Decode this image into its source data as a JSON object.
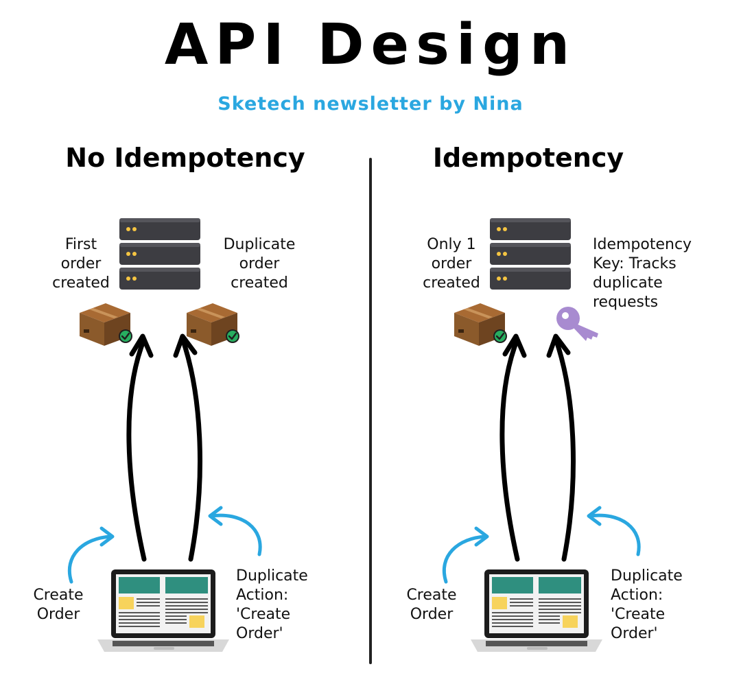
{
  "title": "API Design",
  "subtitle": "Sketech newsletter by Nina",
  "left": {
    "heading": "No Idempotency",
    "server_left_label": "First\norder\ncreated",
    "server_right_label": "Duplicate\norder\ncreated",
    "client_left_label": "Create\nOrder",
    "client_right_label": "Duplicate\nAction:\n'Create\nOrder'"
  },
  "right": {
    "heading": "Idempotency",
    "server_left_label": "Only 1\norder\ncreated",
    "server_right_label": "Idempotency\nKey: Tracks\nduplicate\nrequests",
    "client_left_label": "Create\nOrder",
    "client_right_label": "Duplicate\nAction:\n'Create\nOrder'"
  },
  "colors": {
    "accent": "#2aa7e0",
    "server": "#3d3d42",
    "server_led": "#f5c542",
    "box": "#8b5a2b",
    "check": "#27ae60",
    "key": "#a88bd0"
  },
  "icons": [
    "server-icon",
    "package-check-icon",
    "key-icon",
    "laptop-icon",
    "arrow-up-icon",
    "curved-arrow-icon"
  ]
}
